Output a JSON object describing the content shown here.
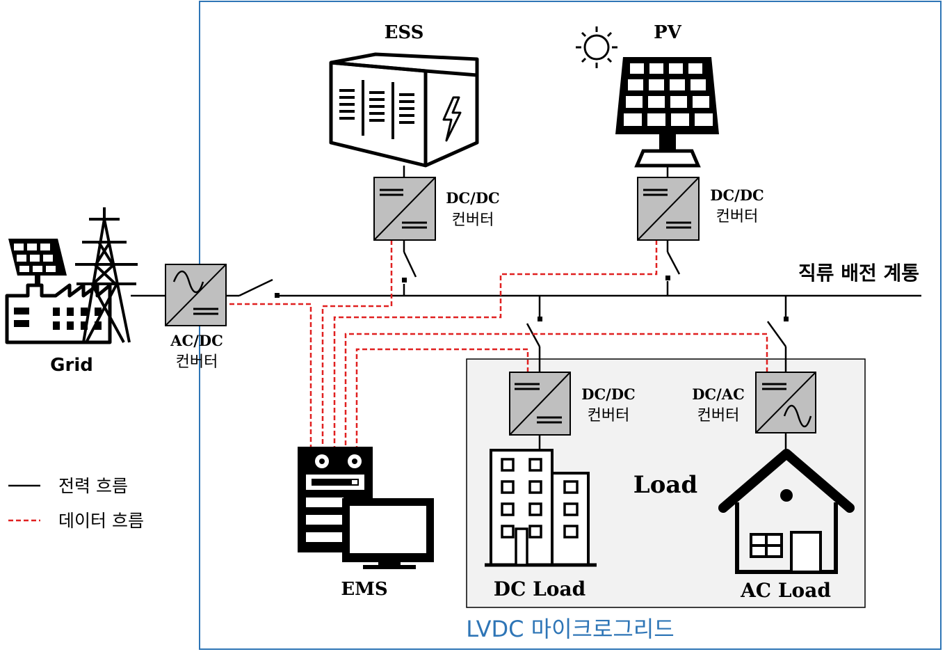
{
  "labels": {
    "ess": "ESS",
    "pv": "PV",
    "grid": "Grid",
    "ems": "EMS",
    "load": "Load",
    "dc_load": "DC Load",
    "ac_load": "AC Load",
    "bus": "직류 배전 계통",
    "microgrid": "LVDC 마이크로그리드"
  },
  "converters": {
    "ess": {
      "type": "DC/DC",
      "name": "컨버터"
    },
    "pv": {
      "type": "DC/DC",
      "name": "컨버터"
    },
    "grid": {
      "type": "AC/DC",
      "name": "컨버터"
    },
    "dc_load": {
      "type": "DC/DC",
      "name": "컨버터"
    },
    "ac_load": {
      "type": "DC/AC",
      "name": "컨버터"
    }
  },
  "legend": {
    "power_flow": "전력 흐름",
    "data_flow": "데이터 흐름"
  },
  "colors": {
    "power_line": "#000000",
    "data_line": "#e02020",
    "microgrid_border": "#2e75b6",
    "converter_fill": "#bfbfbf",
    "load_area_fill": "#f2f2f2"
  }
}
